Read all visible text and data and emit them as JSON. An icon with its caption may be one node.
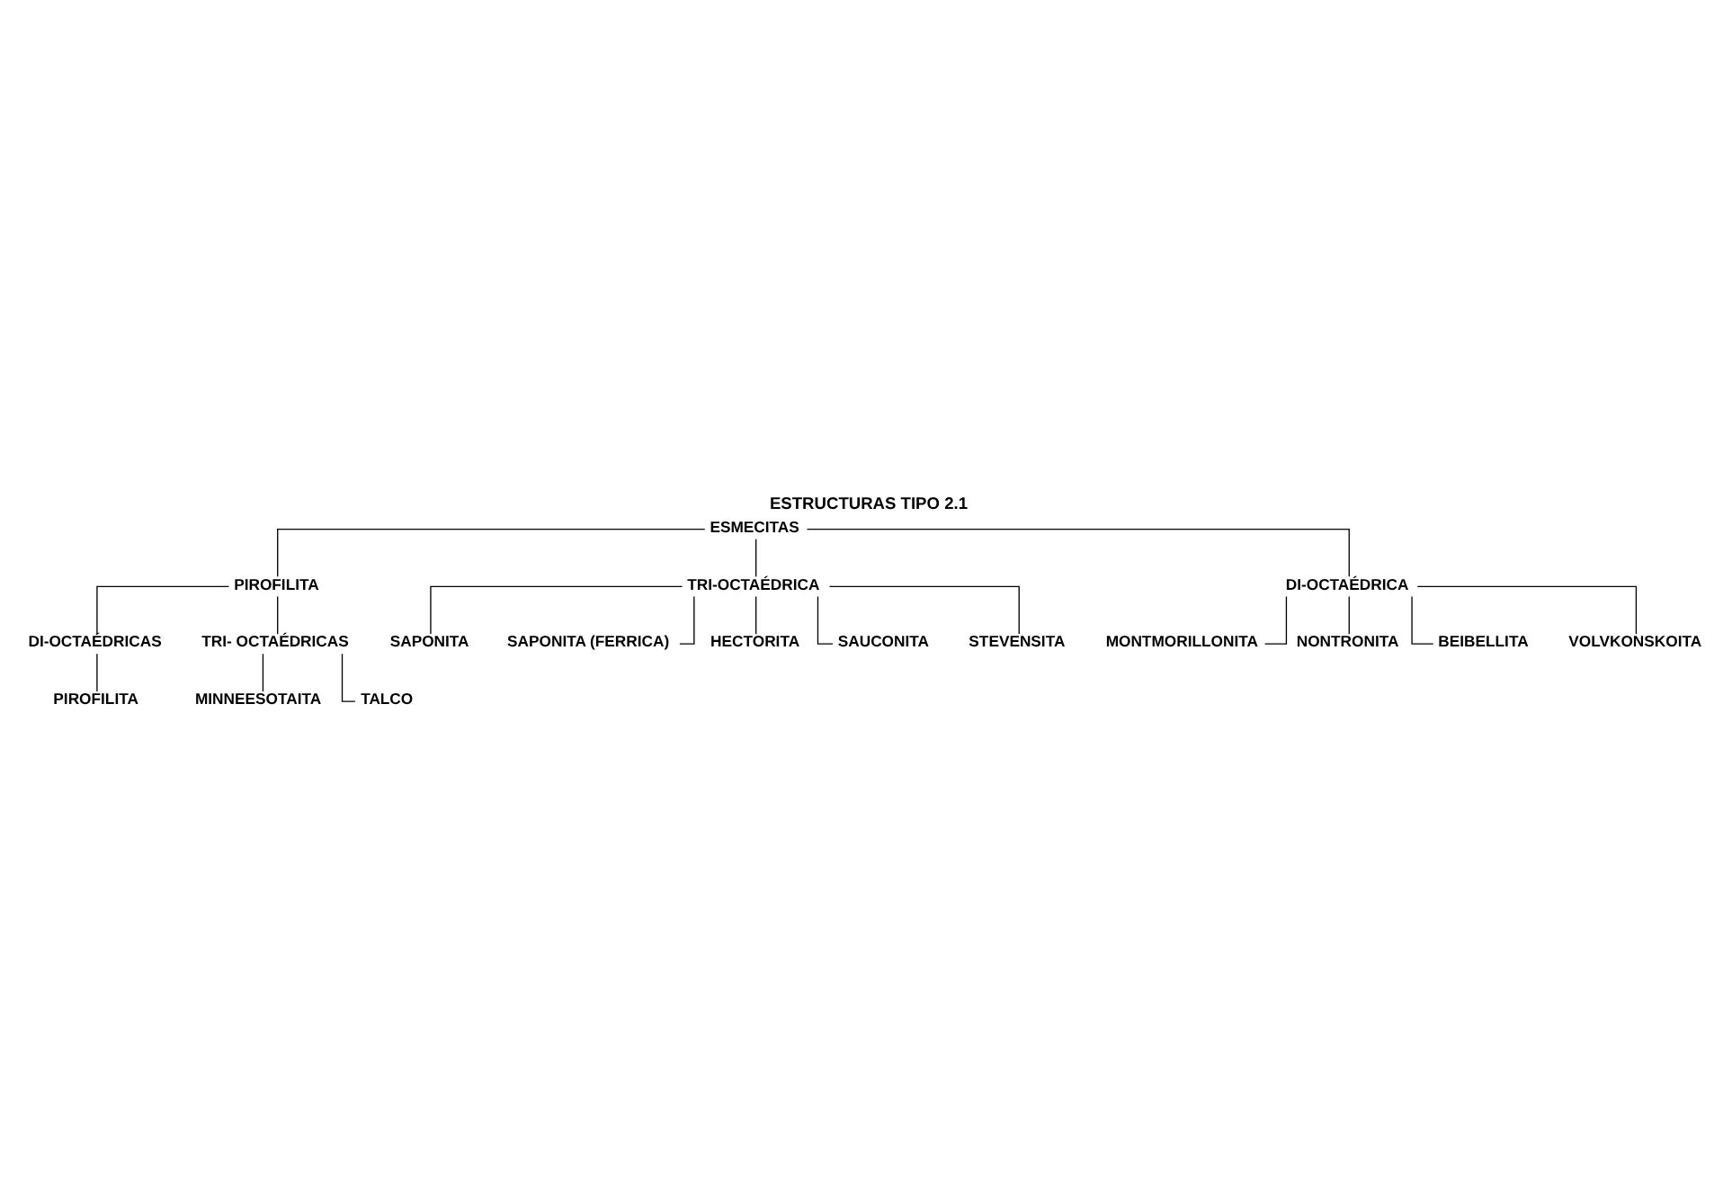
{
  "diagram": {
    "title": "ESTRUCTURAS TIPO 2.1",
    "nodes": [
      {
        "text": [
          "ESMECITAS"
        ]
      },
      {
        "text": [
          "PIROFILITA"
        ]
      },
      {
        "text": [
          "TRI-OCTAÉDRICA"
        ]
      },
      {
        "text": [
          "DI-OCTAÉDRICA"
        ]
      },
      {
        "text": [
          "DI-OCTAÉDRICAS"
        ]
      },
      {
        "text": [
          "TRI- OCTAÉDRICAS"
        ]
      },
      {
        "text": [
          "PIROFILITA"
        ]
      },
      {
        "text": [
          "MINNEESOTAITA"
        ]
      },
      {
        "text": [
          "TALCO"
        ]
      },
      {
        "text": [
          "MONTMORILLONITA"
        ]
      },
      {
        "text": [
          "NONTRONITA"
        ]
      },
      {
        "text": [
          "BEIBELLITA"
        ]
      },
      {
        "text": [
          "VOLVKONSKOITA"
        ]
      },
      {
        "text": [
          "SAPONITA"
        ]
      },
      {
        "text": [
          "SAPONITA (FERRICA)"
        ]
      },
      {
        "text": [
          "HECTORITA"
        ]
      },
      {
        "text": [
          "SAUCONITA"
        ]
      },
      {
        "text": [
          "STEVENSITA"
        ]
      }
    ],
    "edges": [
      {
        "from": 0,
        "to": 1,
        "arrow": "none"
      },
      {
        "from": 0,
        "to": 2,
        "arrow": "none"
      },
      {
        "from": 0,
        "to": 3,
        "arrow": "none"
      },
      {
        "from": 1,
        "to": 4,
        "arrow": "none"
      },
      {
        "from": 1,
        "to": 5,
        "arrow": "none"
      },
      {
        "from": 4,
        "to": 6,
        "arrow": "none"
      },
      {
        "from": 5,
        "to": 8,
        "arrow": "none"
      },
      {
        "from": 5,
        "to": 7,
        "arrow": "none"
      },
      {
        "from": 3,
        "to": 9,
        "arrow": "none"
      },
      {
        "from": 3,
        "to": 11,
        "arrow": "none"
      },
      {
        "from": 3,
        "to": 10,
        "arrow": "none"
      },
      {
        "from": 3,
        "to": 12,
        "arrow": "none"
      },
      {
        "from": 2,
        "to": 13,
        "arrow": "none"
      },
      {
        "from": 2,
        "to": 14,
        "arrow": "none"
      },
      {
        "from": 2,
        "to": 15,
        "arrow": "none"
      },
      {
        "from": 2,
        "to": 16,
        "arrow": "none"
      },
      {
        "from": 2,
        "to": 17,
        "arrow": "none"
      }
    ]
  }
}
